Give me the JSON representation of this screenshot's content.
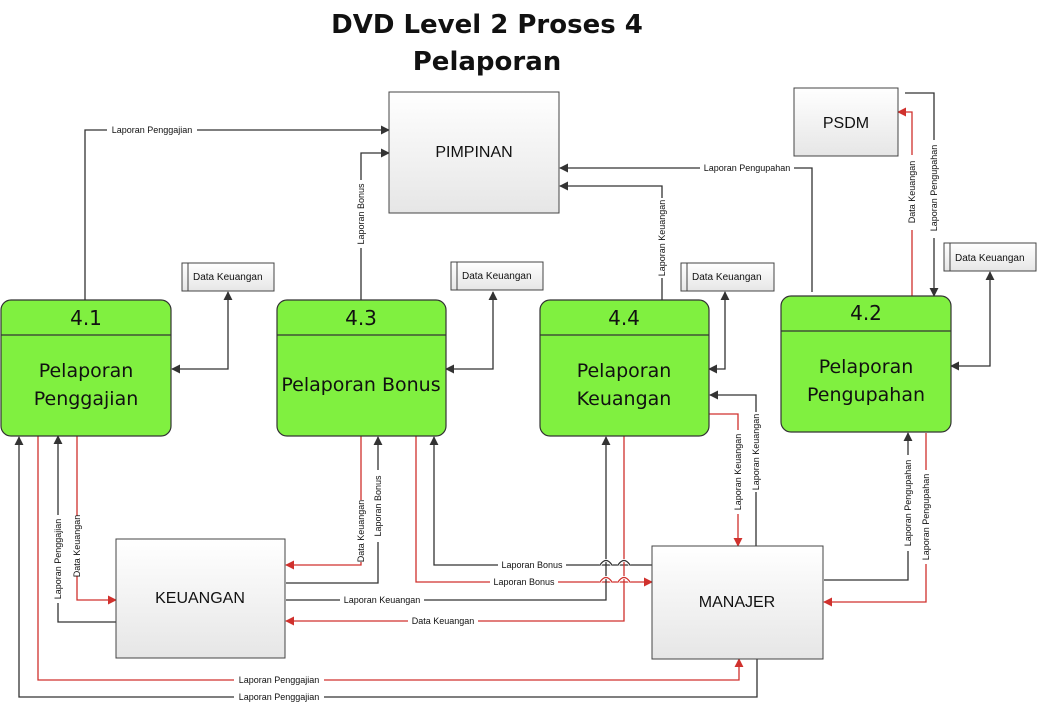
{
  "title": {
    "line1": "DVD Level 2 Proses 4",
    "line2": "Pelaporan"
  },
  "entities": {
    "pimpinan": "PIMPINAN",
    "psdm": "PSDM",
    "keuangan": "KEUANGAN",
    "manajer": "MANAJER"
  },
  "processes": [
    {
      "id": "4.1",
      "name1": "Pelaporan",
      "name2": "Penggajian"
    },
    {
      "id": "4.3",
      "name1": "Pelaporan Bonus",
      "name2": ""
    },
    {
      "id": "4.4",
      "name1": "Pelaporan",
      "name2": "Keuangan"
    },
    {
      "id": "4.2",
      "name1": "Pelaporan",
      "name2": "Pengupahan"
    }
  ],
  "stores": [
    "Data Keuangan",
    "Data Keuangan",
    "Data Keuangan",
    "Data Keuangan"
  ],
  "flows": {
    "laporan_penggajian": "Laporan Penggajian",
    "laporan_bonus": "Laporan Bonus",
    "laporan_keuangan": "Laporan Keuangan",
    "laporan_pengupahan": "Laporan Pengupahan",
    "data_keuangan": "Data Keuangan"
  },
  "colors": {
    "process_fill": "#80f040",
    "entity_fill": "#f3f3f3",
    "black_flow": "#333333",
    "red_flow": "#d0312d"
  }
}
